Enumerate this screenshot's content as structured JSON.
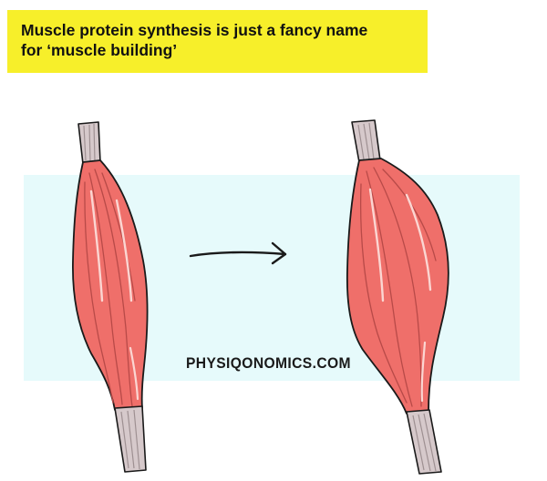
{
  "caption": {
    "line1": "Muscle protein synthesis is just a fancy name",
    "line2": "for ‘muscle building’"
  },
  "watermark": "PHYSIQONOMICS.COM",
  "colors": {
    "caption_background": "#f7ef2a",
    "band": "#e6fafb",
    "muscle": "#ef6f6a",
    "tendon": "#d6c9cb",
    "outline": "#1a1a1a"
  }
}
